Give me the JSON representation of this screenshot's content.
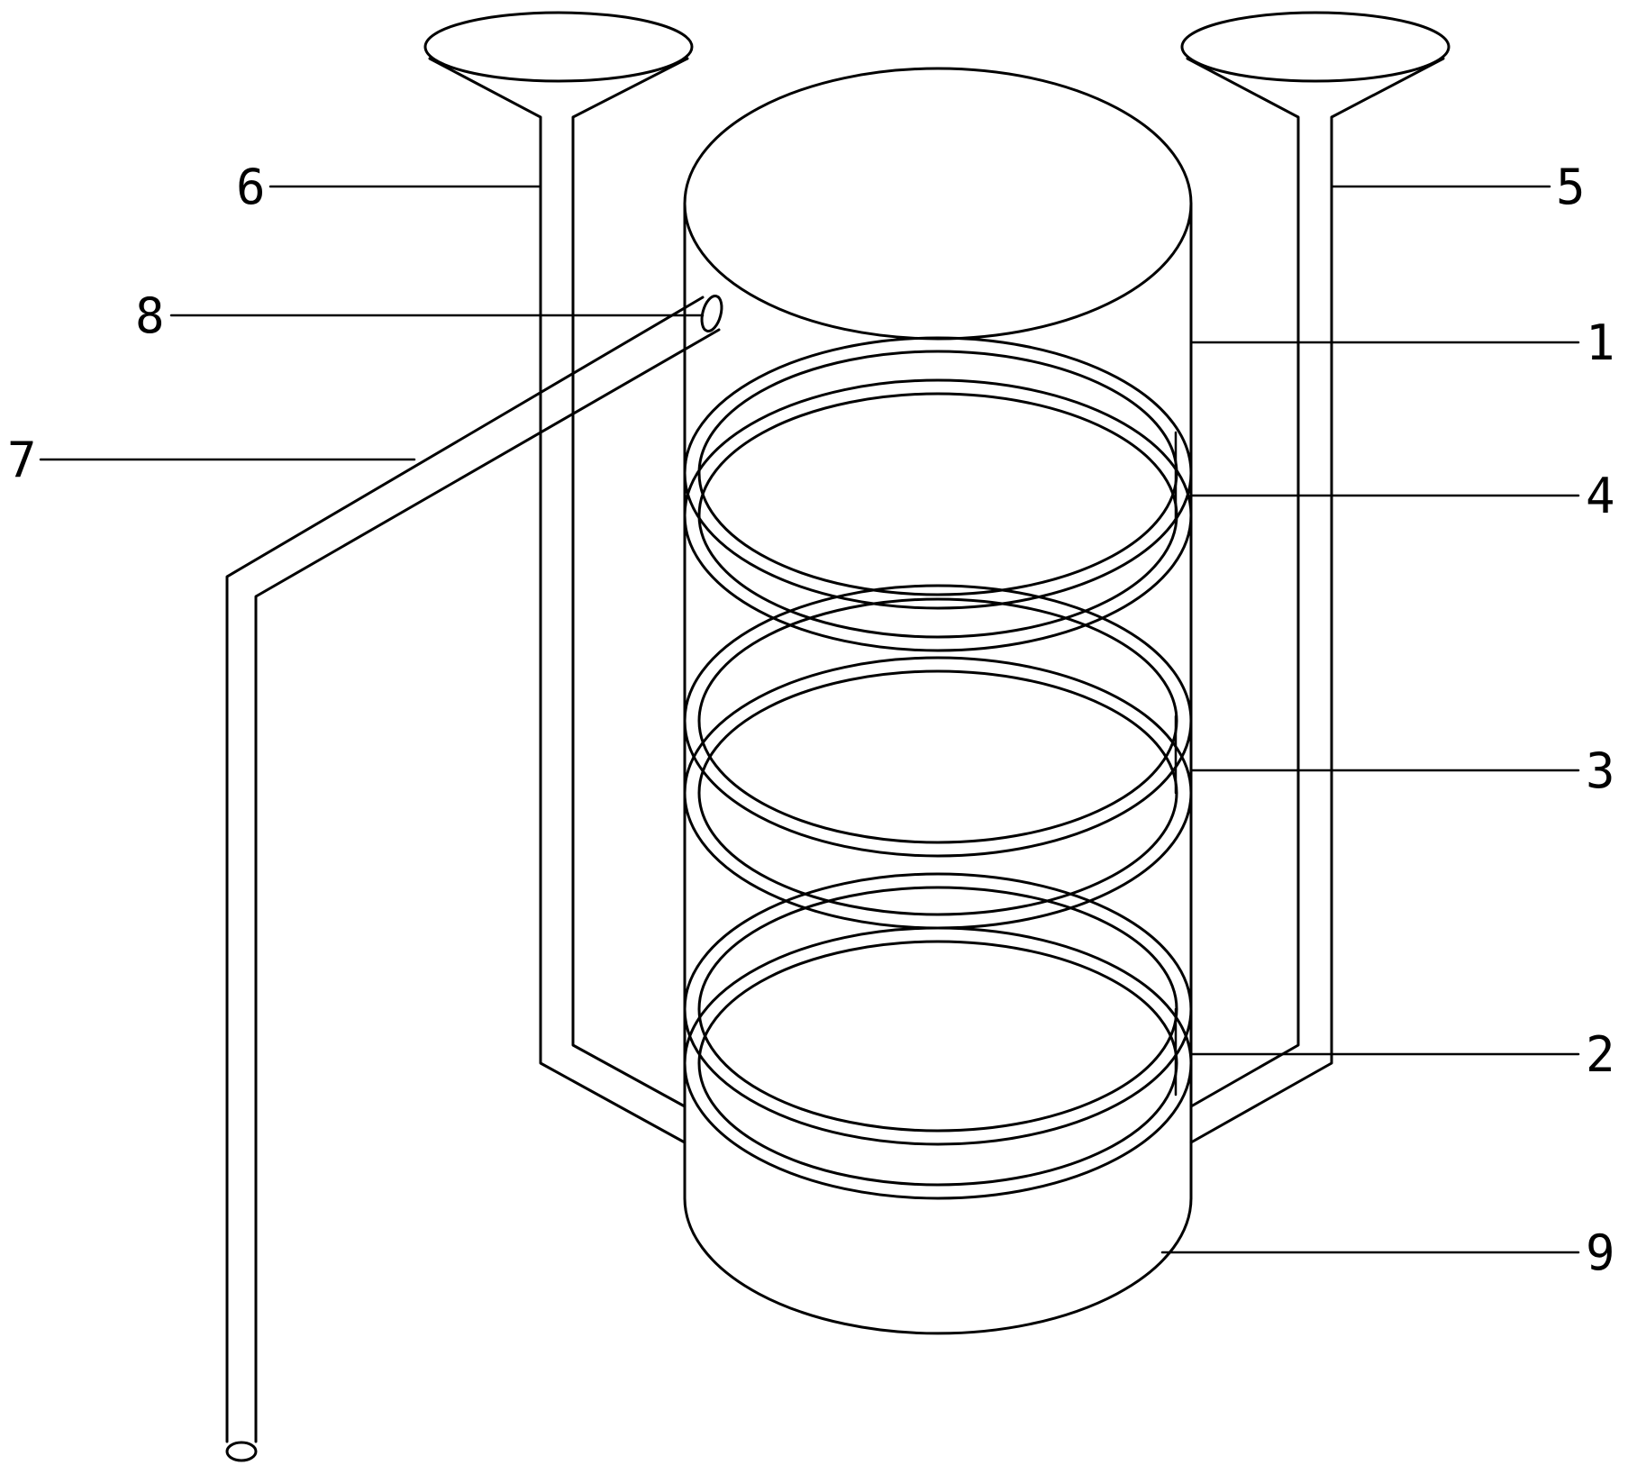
{
  "labels": {
    "label_1": "1",
    "label_2": "2",
    "label_3": "3",
    "label_4": "4",
    "label_5": "5",
    "label_6": "6",
    "label_7": "7",
    "label_8": "8",
    "label_9": "9"
  },
  "colors": {
    "stroke": "#000000",
    "background": "#ffffff"
  }
}
